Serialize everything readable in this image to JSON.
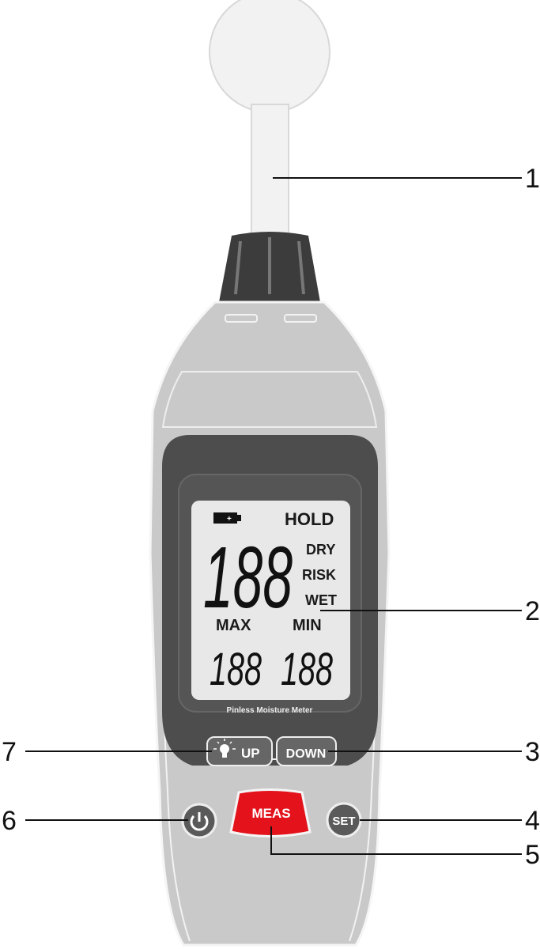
{
  "device": {
    "brand_label": "Pinless Moisture Meter",
    "lcd": {
      "battery_icon": "battery-icon",
      "hold": "HOLD",
      "main_digits": "188",
      "dry": "DRY",
      "risk": "RISK",
      "wet": "WET",
      "max_label": "MAX",
      "min_label": "MIN",
      "max_digits": "188",
      "min_digits": "188"
    },
    "buttons": {
      "up": "UP",
      "down": "DOWN",
      "meas": "MEAS",
      "set": "SET",
      "power_icon": "power-icon",
      "backlight_icon": "lightbulb-icon"
    },
    "colors": {
      "body": "#c9c9c9",
      "bezel": "#4d4d4d",
      "lcd": "#e8e8e8",
      "meas": "#e3121b",
      "cap": "#3c3c3c"
    }
  },
  "callouts": [
    "1",
    "2",
    "3",
    "4",
    "5",
    "6",
    "7"
  ]
}
